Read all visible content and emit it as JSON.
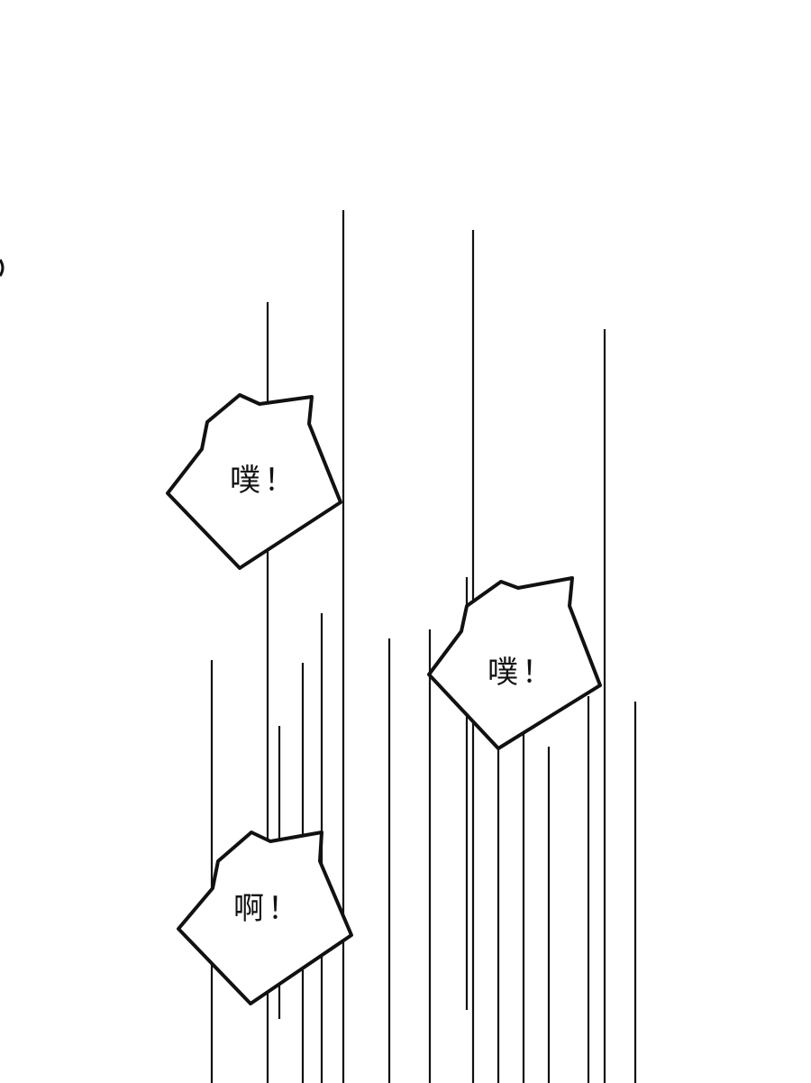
{
  "panel": {
    "background": "#ffffff",
    "ink": "#111111",
    "sound_effects": [
      {
        "text": "噗！"
      },
      {
        "text": "噗！"
      },
      {
        "text": "啊！"
      }
    ]
  }
}
